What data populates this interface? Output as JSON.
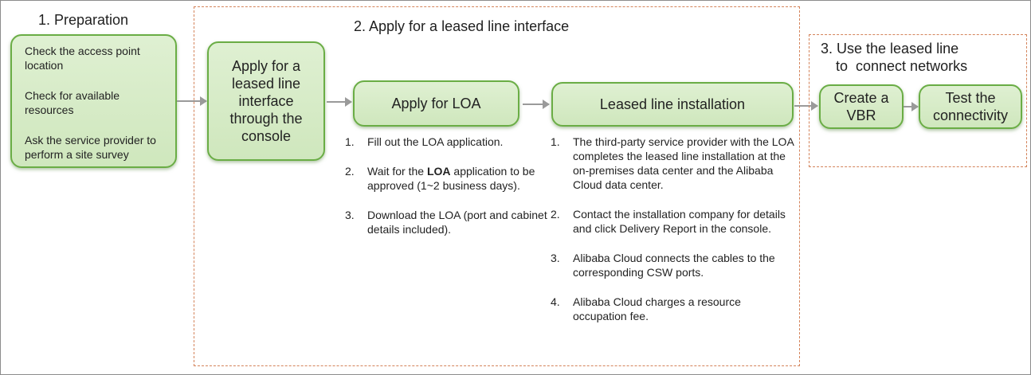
{
  "sections": {
    "preparation": {
      "title": "1. Preparation",
      "items": [
        "Check the access point location",
        "Check for available resources",
        "Ask the service provider to perform a site survey"
      ]
    },
    "apply": {
      "title": "2. Apply for a leased line interface",
      "console_box": "Apply for a leased line interface through the console",
      "loa_box": "Apply for LOA",
      "loa_steps": [
        {
          "num": "1.",
          "text": "Fill out the LOA application."
        },
        {
          "num": "2.",
          "before": "Wait for the ",
          "bold": "LOA",
          "after": " application to be approved (1~2 business days)."
        },
        {
          "num": "3.",
          "text": "Download the LOA (port and cabinet details included)."
        }
      ],
      "install_box": "Leased line installation",
      "install_steps": [
        {
          "num": "1.",
          "text": "The third-party service provider with the LOA completes the leased line installation at the on-premises data center and the Alibaba Cloud data center."
        },
        {
          "num": "2.",
          "text": "Contact the installation company for details and click Delivery Report in the console."
        },
        {
          "num": "3.",
          "text": "Alibaba Cloud connects the cables to the corresponding CSW ports."
        },
        {
          "num": "4.",
          "text": "Alibaba Cloud charges a resource occupation fee."
        }
      ]
    },
    "use": {
      "title_line1": "3. Use the leased line",
      "title_line2": "to  connect networks",
      "vbr_box": "Create a VBR",
      "test_box": "Test the connectivity"
    }
  },
  "colors": {
    "box_border": "#6aad45",
    "box_fill": "#d8ecc8",
    "dashed_border": "#d4835a",
    "arrow": "#9a9a9a"
  }
}
